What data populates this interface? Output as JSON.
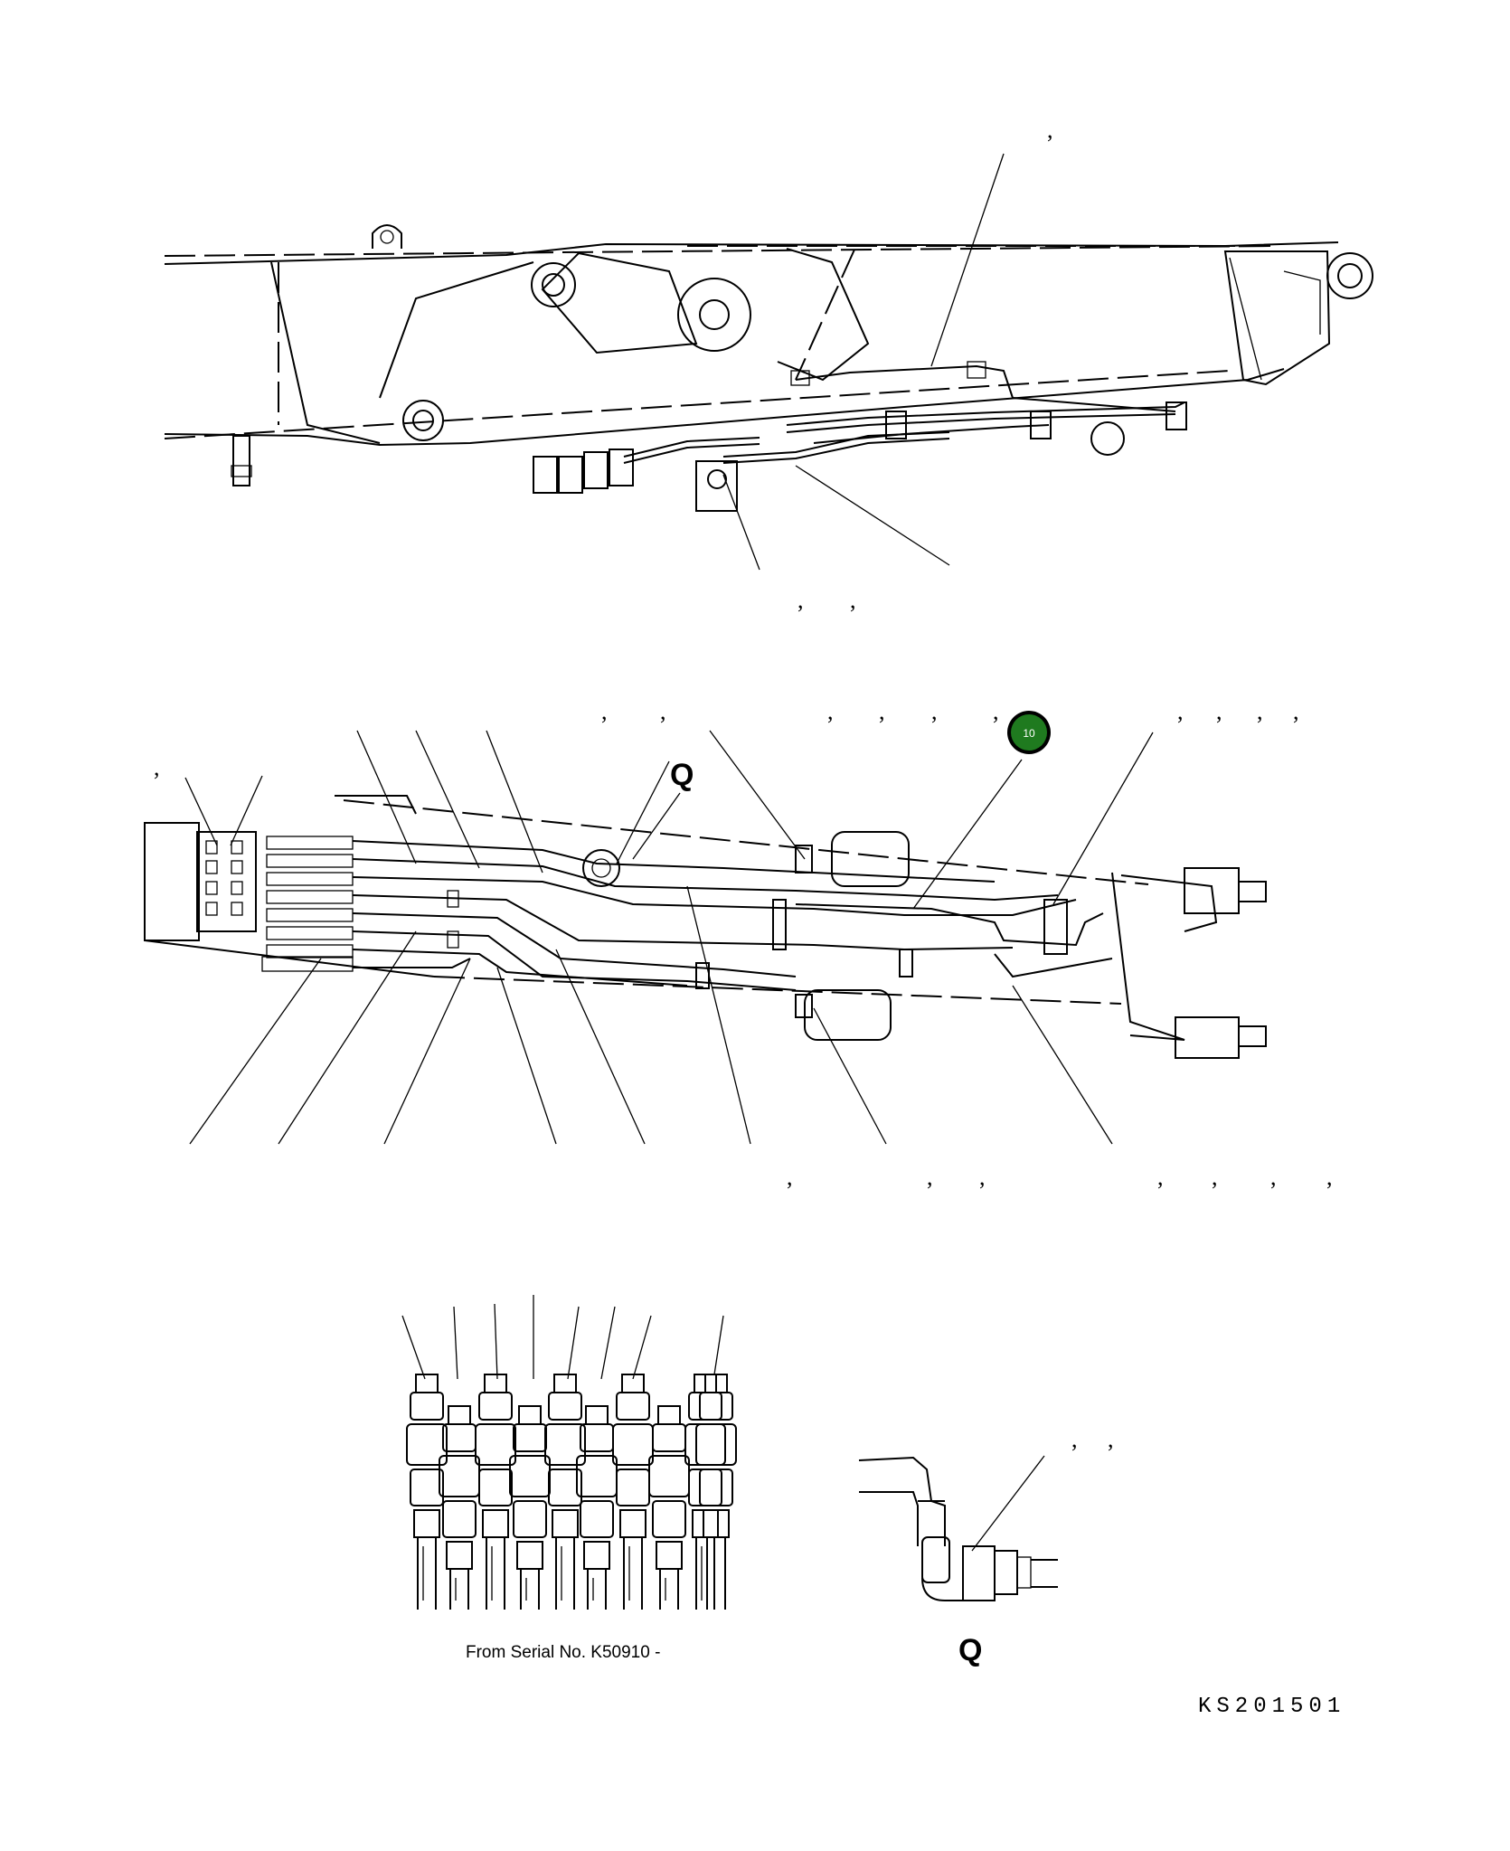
{
  "callouts": {
    "top_1": ",",
    "top_2": ",",
    "top_3": ",",
    "mid_top": [
      ",",
      ",",
      ",",
      ",",
      ",",
      ",",
      ",",
      ",",
      ",",
      ","
    ],
    "mid_left": ",",
    "mid_bottom": [
      ",",
      ",",
      ",",
      ",",
      ",",
      ",",
      ","
    ],
    "detail_q": [
      ",",
      ","
    ]
  },
  "badge": {
    "label": "10",
    "color": "#1f7a1f"
  },
  "view_labels": {
    "main": "Q",
    "detail": "Q"
  },
  "serial_note": "From Serial No. K50910 -",
  "drawing_id": "KS201501"
}
